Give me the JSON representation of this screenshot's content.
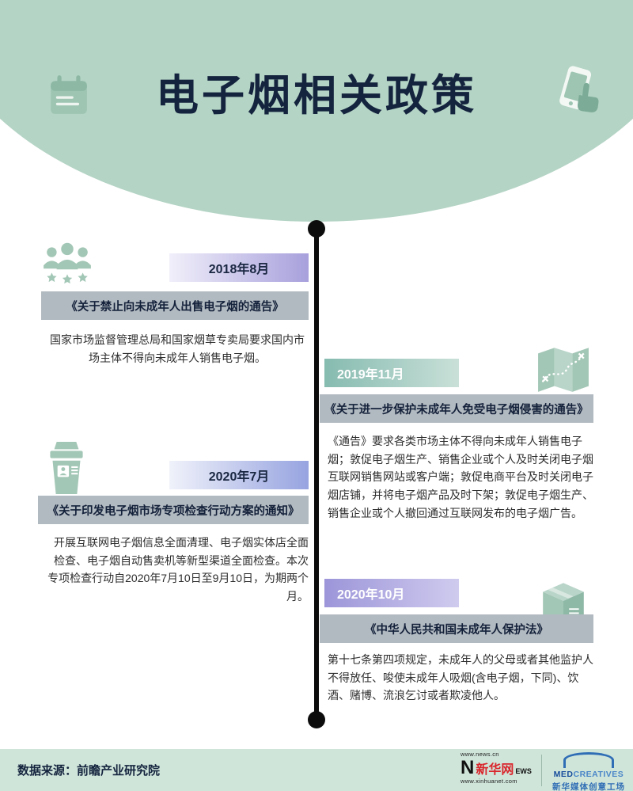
{
  "header": {
    "title": "电子烟相关政策"
  },
  "timeline": {
    "items": [
      {
        "side": "left",
        "icon": "people-icon",
        "date": "2018年8月",
        "title": "《关于禁止向未成年人出售电子烟的通告》",
        "body": "国家市场监督管理总局和国家烟草专卖局要求国内市场主体不得向未成年人销售电子烟。"
      },
      {
        "side": "right",
        "icon": "map-icon",
        "date": "2019年11月",
        "title": "《关于进一步保护未成年人免受电子烟侵害的通告》",
        "body": "《通告》要求各类市场主体不得向未成年人销售电子烟；敦促电子烟生产、销售企业或个人及时关闭电子烟互联网销售网站或客户端；敦促电商平台及时关闭电子烟店铺，并将电子烟产品及时下架；敦促电子烟生产、销售企业或个人撤回通过互联网发布的电子烟广告。"
      },
      {
        "side": "left",
        "icon": "cup-icon",
        "date": "2020年7月",
        "title": "《关于印发电子烟市场专项检查行动方案的通知》",
        "body": "开展互联网电子烟信息全面清理、电子烟实体店全面检查、电子烟自动售卖机等新型渠道全面检查。本次专项检查行动自2020年7月10日至9月10日，为期两个月。"
      },
      {
        "side": "right",
        "icon": "box-icon",
        "date": "2020年10月",
        "title": "《中华人民共和国未成年人保护法》",
        "body": "第十七条第四项规定，未成年人的父母或者其他监护人不得放任、唆使未成年人吸烟(含电子烟，下同)、饮酒、赌博、流浪乞讨或者欺凌他人。"
      }
    ]
  },
  "footer": {
    "source": "数据来源：前瞻产业研究院",
    "xinhua": {
      "url_top": "www.news.cn",
      "letter": "N",
      "name": "新华网",
      "news": "EWS",
      "url_bottom": "www.xinhuanet.com"
    },
    "med": {
      "name_bold": "MED",
      "name_rest": "CREATIVES",
      "subtitle": "新华媒体创意工场"
    }
  },
  "colors": {
    "header_green": "#b4d4c5",
    "footer_green": "#cfe5da",
    "bar_gray": "#b2bac1",
    "badge_purple": "#a7a0dc",
    "badge_teal": "#86bbb0",
    "badge_periwinkle": "#96a3e0",
    "badge_violet": "#9c95d9",
    "icon_green": "#a3c7b6",
    "title_dark": "#15243e",
    "timeline_black": "#0c0c0c",
    "xinhua_red": "#d9262c",
    "med_blue": "#2f6db5"
  }
}
